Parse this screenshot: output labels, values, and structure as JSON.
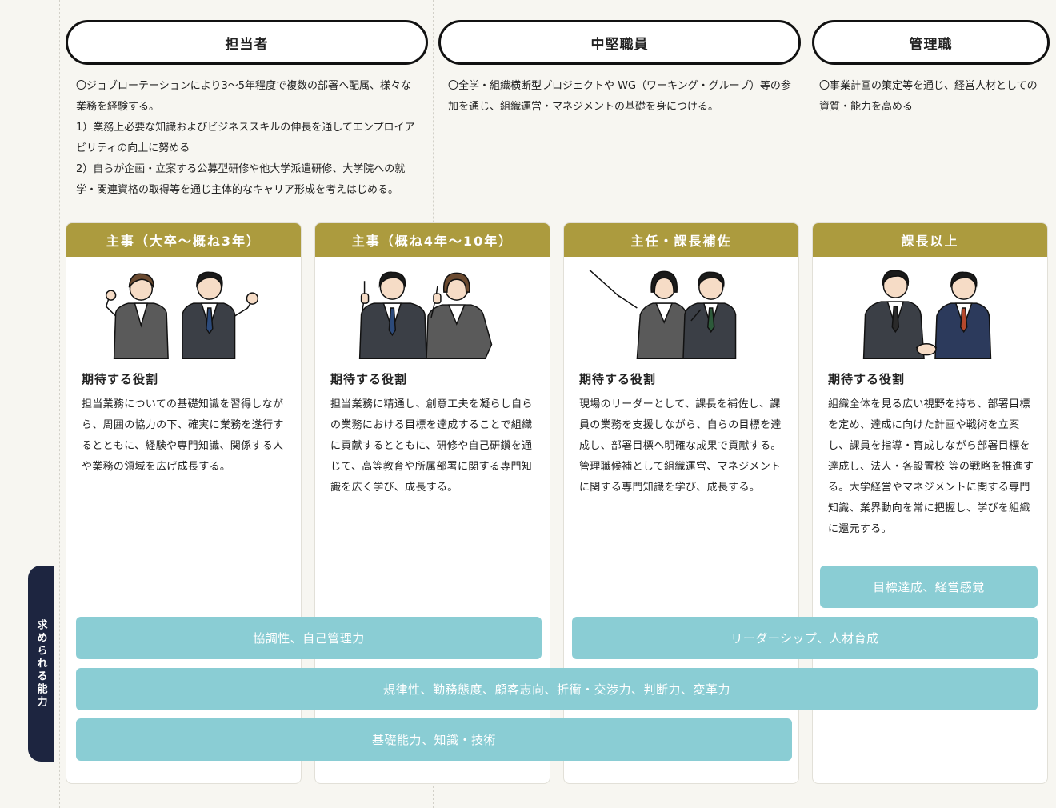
{
  "stages": [
    {
      "label": "担当者"
    },
    {
      "label": "中堅職員"
    },
    {
      "label": "管理職"
    }
  ],
  "descriptions": {
    "tantousha": [
      "〇ジョブローテーションにより3〜5年程度で複数の部署へ配属、様々な業務を経験する。",
      "1）業務上必要な知識およびビジネススキルの伸長を通してエンプロイアビリティの向上に努める",
      "2）自らが企画・立案する公募型研修や他大学派遣研修、大学院への就学・関連資格の取得等を通じ主体的なキャリア形成を考えはじめる。"
    ],
    "chuken": [
      "〇全学・組織横断型プロジェクトや WG（ワーキング・グループ）等の参加を通じ、組織運営・マネジメントの基礎を身につける。"
    ],
    "kanri": [
      "〇事業計画の策定等を通じ、経営人材としての資質・能力を高める"
    ]
  },
  "cards": [
    {
      "title": "主事（大卒〜概ね3年）",
      "role_title": "期待する役割",
      "role_text": "担当業務についての基礎知識を習得しながら、周囲の協力の下、確実に業務を遂行するとともに、経験や専門知識、関係する人や業務の領域を広げ成長する。"
    },
    {
      "title": "主事（概ね4年〜10年）",
      "role_title": "期待する役割",
      "role_text": "担当業務に精通し、創意工夫を凝らし自らの業務における目標を達成することで組織に貢献するとともに、研修や自己研鑽を通じて、高等教育や所属部署に関する専門知識を広く学び、成長する。"
    },
    {
      "title": "主任・課長補佐",
      "role_title": "期待する役割",
      "role_text": "現場のリーダーとして、課長を補佐し、課員の業務を支援しながら、自らの目標を達成し、部署目標へ明確な成果で貢献する。管理職候補として組織運営、マネジメントに関する専門知識を学び、成長する。"
    },
    {
      "title": "課長以上",
      "role_title": "期待する役割",
      "role_text": "組織全体を見る広い視野を持ち、部署目標を定め、達成に向けた計画や戦術を立案し、課員を指導・育成しながら部署目標を達成し、法人・各設置校 等の戦略を推進する。大学経営やマネジメントに関する専門知識、業界動向を常に把握し、学びを組織に還元する。"
    }
  ],
  "abilities": {
    "side_label": "求められる能力",
    "bars": [
      "目標達成、経営感覚",
      "協調性、自己管理力",
      "リーダーシップ、人材育成",
      "規律性、勤務態度、顧客志向、折衝・交渉力、判断力、変革力",
      "基礎能力、知識・技術"
    ]
  },
  "colors": {
    "card_header": "#ac9b3e",
    "ability_bar": "#8acdd4",
    "side_tab": "#1d2540",
    "background": "#f7f6f1"
  }
}
